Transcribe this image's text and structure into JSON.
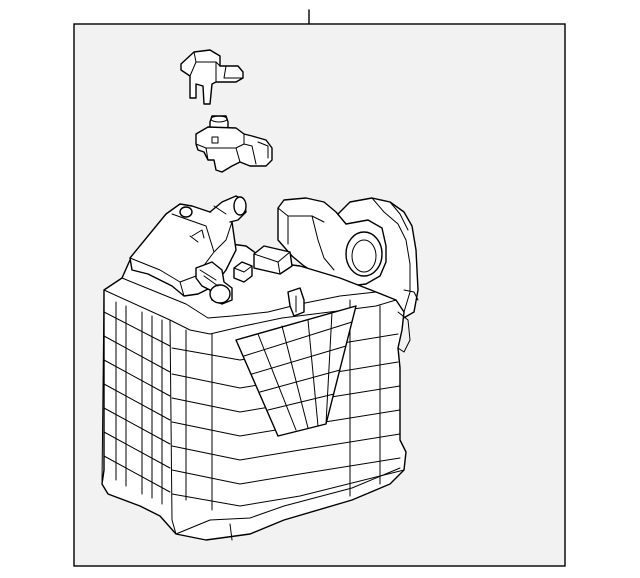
{
  "diagram": {
    "kind": "parts-illustration",
    "colors": {
      "background": "#ffffff",
      "frame_fill": "#f2f2f2",
      "line": "#000000"
    },
    "parts": [
      {
        "id": "bracket",
        "icon": "bracket-clip-icon"
      },
      {
        "id": "valve",
        "icon": "purge-valve-icon"
      },
      {
        "id": "canister",
        "icon": "charcoal-canister-icon"
      }
    ]
  }
}
